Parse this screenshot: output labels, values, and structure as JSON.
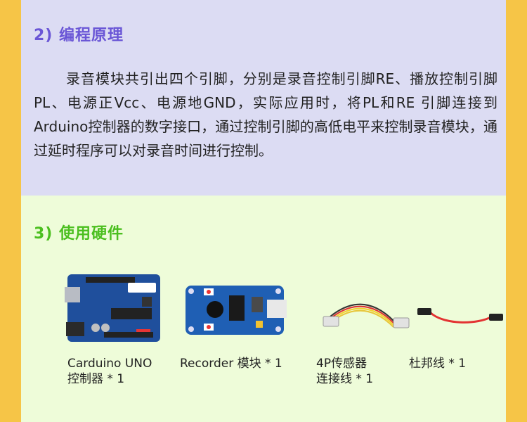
{
  "section_principle": {
    "title": "2) 编程原理",
    "body": "录音模块共引出四个引脚，分别是录音控制引脚RE、播放控制引脚PL、电源正Vcc、电源地GND，实际应用时，将PL和RE 引脚连接到Arduino控制器的数字接口，通过控制引脚的高低电平来控制录音模块，通过延时程序可以对录音时间进行控制。"
  },
  "section_hardware": {
    "title": "3) 使用硬件",
    "items": [
      {
        "line1": "Carduino UNO",
        "line2": "控制器 * 1",
        "image_icon": "arduino-board-icon"
      },
      {
        "line1": "Recorder 模块 * 1",
        "line2": "",
        "image_icon": "recorder-module-icon"
      },
      {
        "line1": "4P传感器",
        "line2": "连接线 * 1",
        "image_icon": "4p-cable-icon"
      },
      {
        "line1": "杜邦线 * 1",
        "line2": "",
        "image_icon": "dupont-wire-icon"
      }
    ]
  },
  "colors": {
    "background": "#f6c547",
    "principle_panel": "#dcdcf3",
    "hardware_panel": "#eefcd9",
    "principle_heading": "#6a56d6",
    "hardware_heading": "#4bbf1f"
  }
}
